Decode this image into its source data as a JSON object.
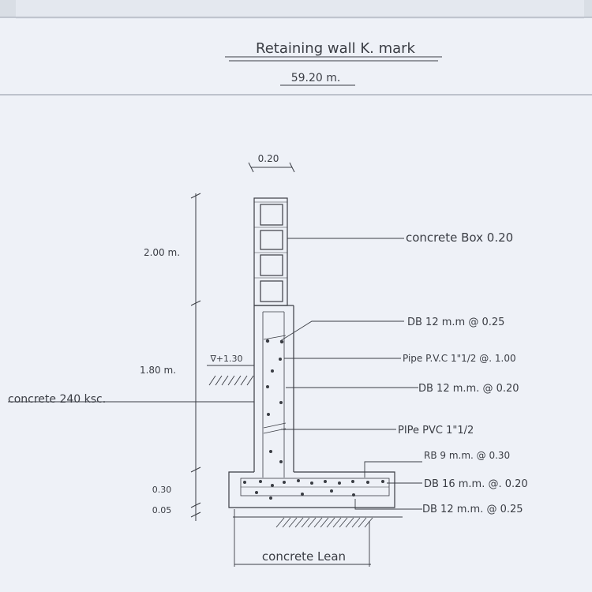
{
  "title": "Retaining wall K. mark",
  "subtitle": "59.20 m.",
  "dimensions": {
    "wall_width": "0.20",
    "box_height": "2.00 m.",
    "stem_height": "1.80 m.",
    "base_thickness": "0.30",
    "lean_thickness": "0.05",
    "soil_level": "∇+1.30"
  },
  "labels": {
    "concrete_box": "concrete Box 0.20",
    "db12_025_top": "DB 12 m.m @ 0.25",
    "pipe_pvc_top": "Pipe P.V.C 1\"1/2 @. 1.00",
    "db12_020": "DB 12 m.m. @ 0.20",
    "pipe_pvc_bottom": "PIPe PVC 1\"1/2",
    "rb9_030": "RB 9 m.m. @ 0.30",
    "db16_020": "DB 16 m.m. @. 0.20",
    "db12_025_bottom": "DB 12 m.m. @ 0.25",
    "concrete_240": "concrete 240 ksc.",
    "concrete_lean": "concrete Lean"
  },
  "colors": {
    "paper": "#eef1f7",
    "pencil": "#3a3d44",
    "background": "#d9dee5"
  }
}
